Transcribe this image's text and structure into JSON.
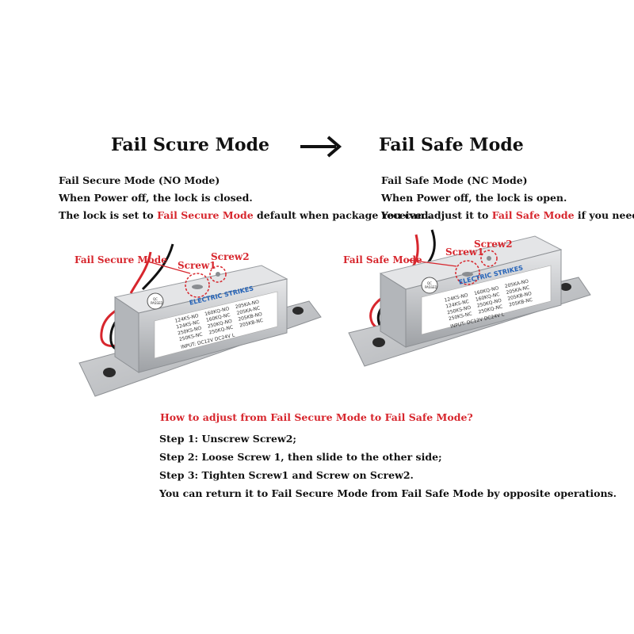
{
  "left": {
    "title": "Fail Scure Mode",
    "lines": [
      {
        "parts": [
          "Fail Secure Mode (NO Mode)"
        ]
      },
      {
        "parts": [
          "When Power off, the lock is closed."
        ]
      },
      {
        "parts": [
          "The lock is set to ",
          "Fail Secure Mode",
          " default when package received."
        ]
      }
    ],
    "labels": {
      "mode": "Fail Secure Mode",
      "screw1": "Screw1",
      "screw2": "Screw2"
    }
  },
  "right": {
    "title": "Fail Safe Mode",
    "lines": [
      {
        "parts": [
          "Fail Safe Mode (NC Mode)"
        ]
      },
      {
        "parts": [
          "When Power off, the lock is open."
        ]
      },
      {
        "parts": [
          "You can adjust it to ",
          "Fail Safe Mode",
          " if you need."
        ]
      }
    ],
    "labels": {
      "mode": "Fail Safe Mode",
      "screw1": "Screw1",
      "screw2": "Screw2"
    }
  },
  "arrow_icon": "right-arrow-icon",
  "device": {
    "brand": "ELECTRIC STRIKES",
    "badge": "QC PASSED",
    "models_col1": [
      "124KS-NO",
      "124KS-NC",
      "250KS-NO",
      "250KS-NC"
    ],
    "models_col2": [
      "160KQ-NO",
      "160KQ-NC",
      "250KQ-NO",
      "250KQ-NC"
    ],
    "models_col3": [
      "205KA-NO",
      "205KA-NC",
      "205KB-NO",
      "205KB-NC"
    ],
    "input_label": "INPUT:",
    "voltages": [
      "DC12V",
      "DC24V"
    ],
    "l_label": "L"
  },
  "instructions": {
    "question": "How to adjust from Fail Secure Mode to Fail Safe Mode?",
    "steps": [
      "Step 1: Unscrew Screw2;",
      "Step 2: Loose Screw 1, then slide to the other side;",
      "Step 3: Tighten Screw1 and Screw on Screw2.",
      "You can return it to Fail Secure Mode from Fail Safe Mode by opposite operations."
    ]
  },
  "colors": {
    "accent_red": "#d7262d",
    "text": "#111111",
    "metal": "#c9cbcf"
  }
}
